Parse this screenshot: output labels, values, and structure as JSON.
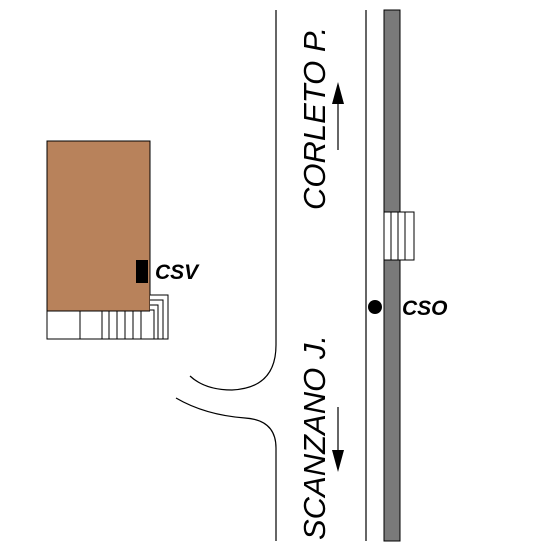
{
  "roads": {
    "north_label": "CORLETO P.",
    "south_label": "SCANZANO J."
  },
  "markers": {
    "csv_label": "CSV",
    "cso_label": "CSO"
  },
  "colors": {
    "building": "#b8825b",
    "track": "#7a7a7a",
    "line": "#000000",
    "background": "#ffffff"
  }
}
